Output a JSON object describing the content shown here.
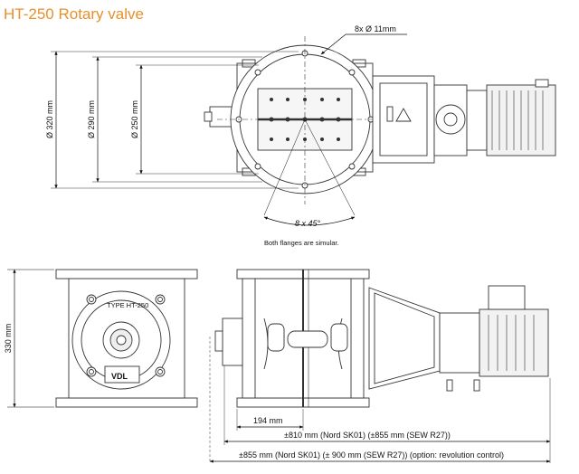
{
  "title": "HT-250 Rotary valve",
  "top_view": {
    "bolt_holes": "8x Ø 11mm",
    "dim_outer": "Ø 320 mm",
    "dim_pitch": "Ø 290 mm",
    "dim_inner": "Ø 250 mm",
    "bolt_angle": "8 x 45°",
    "note": "Both flanges are simular."
  },
  "front_view": {
    "height": "330 mm",
    "nameplate": "TYPE HT-250",
    "logo": "VDL"
  },
  "side_view": {
    "dim_194": "194 mm",
    "dim_810": "±810 mm (Nord SK01)  (±855 mm (SEW R27))",
    "dim_855": "±855 mm (Nord SK01) (± 900 mm (SEW R27))  (option: revolution control)"
  },
  "colors": {
    "title": "#e8902a",
    "line": "#333333",
    "fill": "#ffffff",
    "motor": "#f2f2f2"
  }
}
